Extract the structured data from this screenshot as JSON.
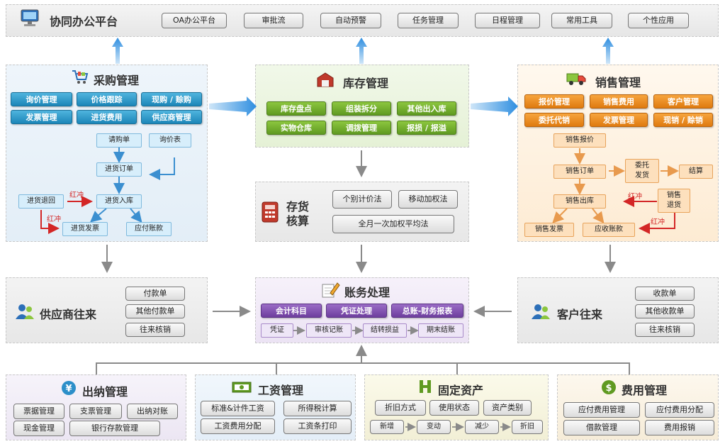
{
  "top": {
    "title": "协同办公平台",
    "buttons": [
      "OA办公平台",
      "审批流",
      "自动预警",
      "任务管理",
      "日程管理",
      "常用工具",
      "个性应用"
    ]
  },
  "purchase": {
    "title": "采购管理",
    "buttons": [
      "询价管理",
      "价格跟踪",
      "现购 / 赊购",
      "发票管理",
      "进货费用",
      "供应商管理"
    ],
    "nodes": {
      "request": "请购单",
      "inquiry": "询价表",
      "order": "进货订单",
      "inbound": "进货入库",
      "return": "进货退回",
      "invoice": "进货发票",
      "payable": "应付账款"
    },
    "red1": "红冲",
    "red2": "红冲"
  },
  "inventory": {
    "title": "库存管理",
    "buttons": [
      "库存盘点",
      "组装拆分",
      "其他出入库",
      "实物仓库",
      "调拨管理",
      "报损 / 报溢"
    ]
  },
  "sales": {
    "title": "销售管理",
    "buttons": [
      "报价管理",
      "销售费用",
      "客户管理",
      "委托代销",
      "发票管理",
      "现销 / 赊销"
    ],
    "nodes": {
      "quote": "销售报价",
      "order": "销售订单",
      "consign": "委托\n发货",
      "settle": "结算",
      "out": "销售出库",
      "return": "销售\n退货",
      "invoice": "销售发票",
      "receivable": "应收账款"
    },
    "red1": "红冲",
    "red2": "红冲"
  },
  "costing": {
    "title": "存货\n核算",
    "buttons": [
      "个别计价法",
      "移动加权法",
      "全月一次加权平均法"
    ]
  },
  "supplier": {
    "title": "供应商往来",
    "buttons": [
      "付款单",
      "其他付款单",
      "往来核销"
    ]
  },
  "accounting": {
    "title": "账务处理",
    "buttons": [
      "会计科目",
      "凭证处理",
      "总账-财务报表"
    ],
    "steps": [
      "凭证",
      "审核记账",
      "结转损益",
      "期末结账"
    ]
  },
  "customer": {
    "title": "客户往来",
    "buttons": [
      "收款单",
      "其他收款单",
      "往来核销"
    ]
  },
  "cashier": {
    "title": "出纳管理",
    "buttons": [
      "票据管理",
      "支票管理",
      "出纳对账",
      "现金管理",
      "银行存款管理"
    ]
  },
  "salary": {
    "title": "工资管理",
    "buttons": [
      "标准&计件工资",
      "所得税计算",
      "工资费用分配",
      "工资条打印"
    ]
  },
  "assets": {
    "title": "固定资产",
    "buttons": [
      "折旧方式",
      "使用状态",
      "资产类别"
    ],
    "flow": [
      "新增",
      "变动",
      "减少",
      "折旧"
    ]
  },
  "expense": {
    "title": "费用管理",
    "buttons": [
      "应付费用管理",
      "应付费用分配",
      "借款管理",
      "费用报销"
    ]
  },
  "colors": {
    "blue": "#1c86b8",
    "green": "#5f9a21",
    "orange": "#df7a0f",
    "purple": "#6e3e9e",
    "red": "#d32626"
  }
}
